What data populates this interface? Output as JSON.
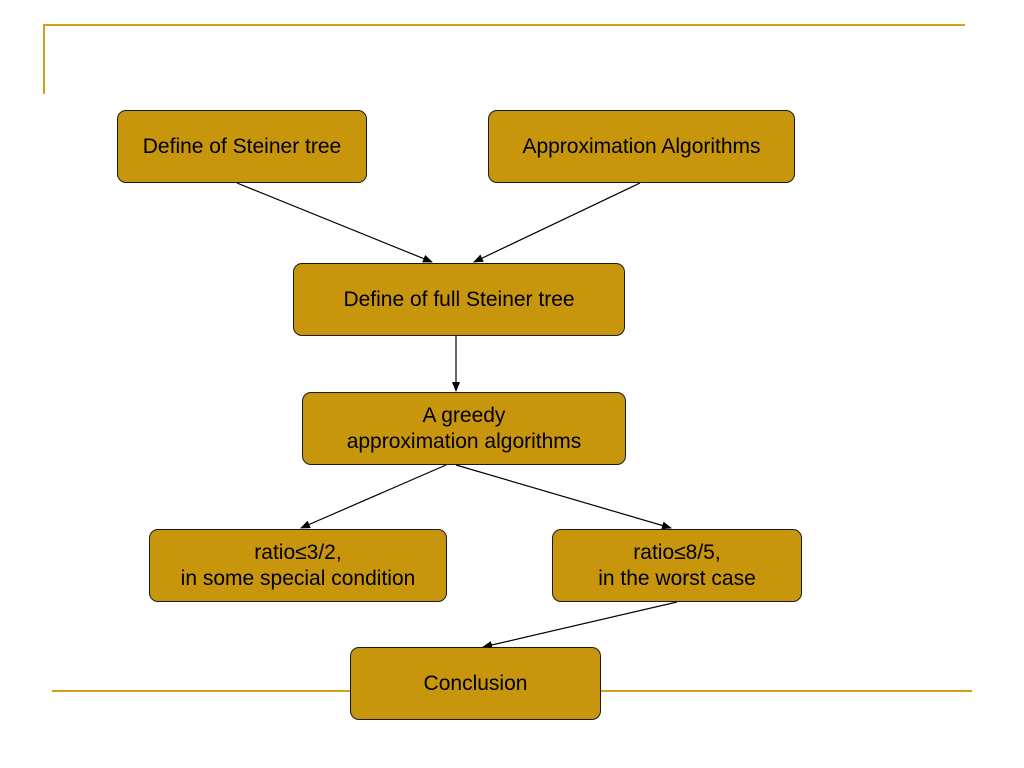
{
  "theme": {
    "accent": "#d4a017",
    "node_fill": "#c8960c",
    "node_border": "#1a1a1a",
    "arrow_color": "#000000"
  },
  "nodes": {
    "define_steiner": {
      "line1": "Define of Steiner tree"
    },
    "approx_alg": {
      "line1": "Approximation Algorithms"
    },
    "full_steiner": {
      "line1": "Define of full Steiner tree"
    },
    "greedy": {
      "line1": "A greedy",
      "line2": "approximation algorithms"
    },
    "ratio_32": {
      "line1": "ratio≤3/2,",
      "line2": "in some special condition"
    },
    "ratio_85": {
      "line1": "ratio≤8/5,",
      "line2": "in the worst case"
    },
    "conclusion": {
      "line1": "Conclusion"
    }
  },
  "edges": [
    {
      "from": "Define of Steiner tree",
      "to": "Define of full Steiner tree"
    },
    {
      "from": "Approximation Algorithms",
      "to": "Define of full Steiner tree"
    },
    {
      "from": "Define of full Steiner tree",
      "to": "A greedy approximation algorithms"
    },
    {
      "from": "A greedy approximation algorithms",
      "to": "ratio≤3/2, in some special condition"
    },
    {
      "from": "A greedy approximation algorithms",
      "to": "ratio≤8/5, in the worst case"
    },
    {
      "from": "ratio≤8/5, in the worst case",
      "to": "Conclusion"
    }
  ]
}
